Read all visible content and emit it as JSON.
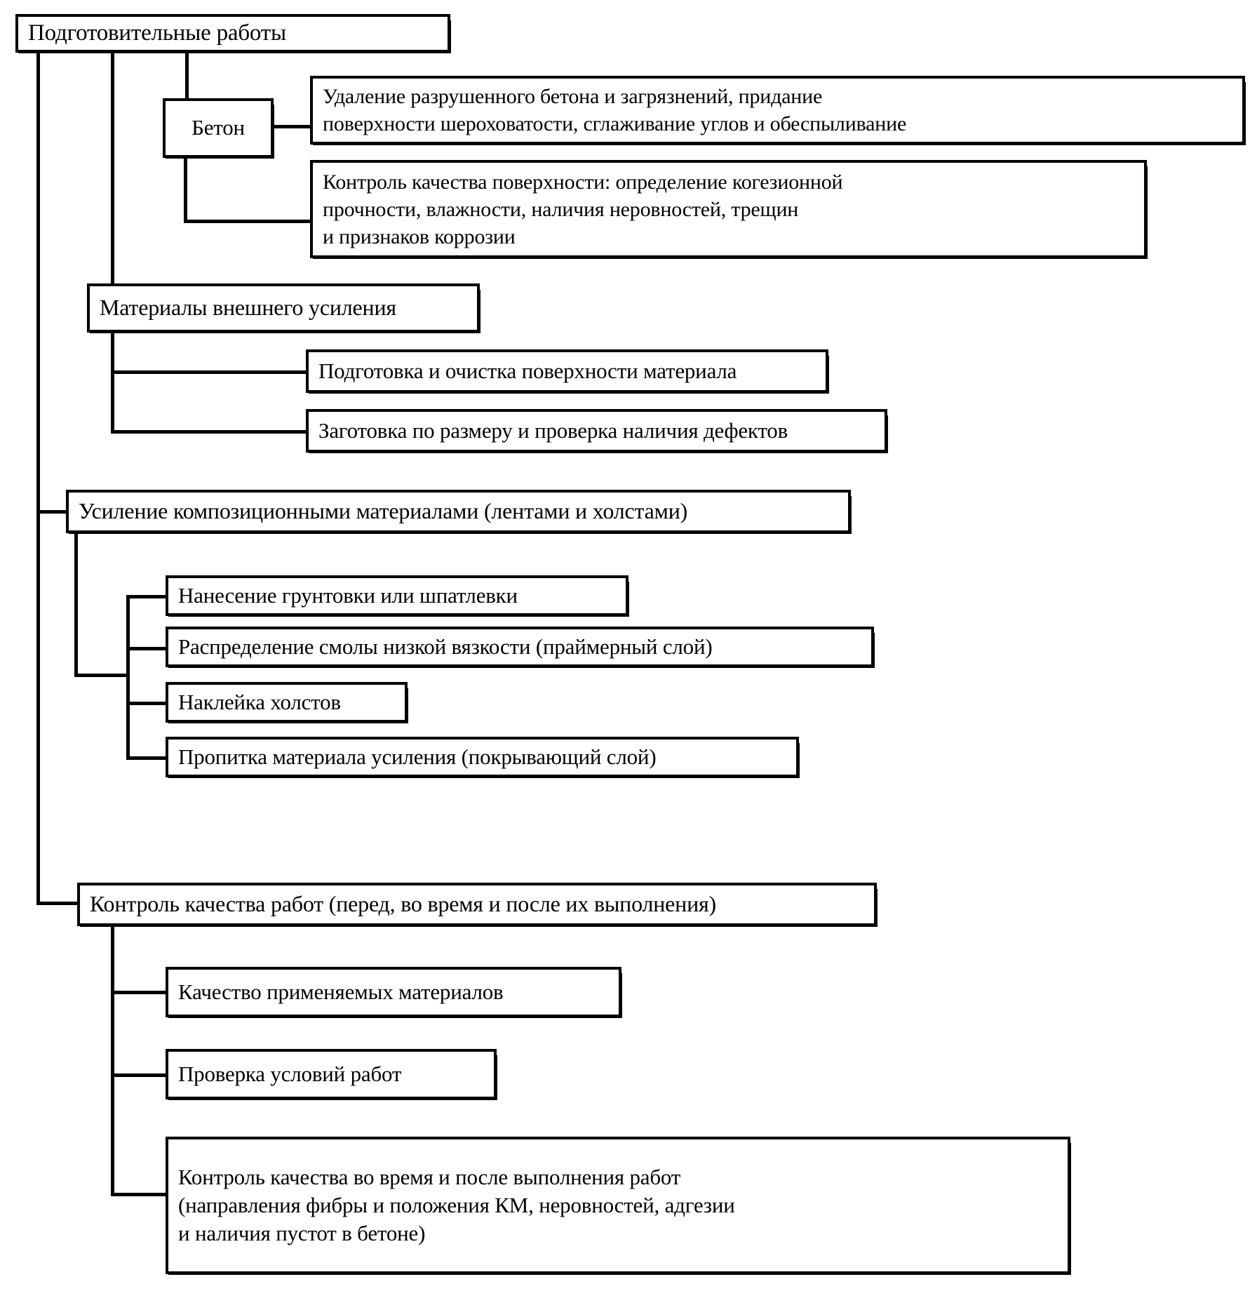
{
  "diagram": {
    "title": "Подготовительные работы",
    "type": "hierarchical-flowchart",
    "language": "ru",
    "colors": {
      "line": "#000000",
      "box_border": "#000000",
      "background": "#ffffff",
      "text": "#000000"
    },
    "nodes": {
      "root": "Подготовительные работы",
      "concrete": "Бетон",
      "concrete_task_1": "Удаление разрушенного бетона и загрязнений, придание\nповерхности шероховатости, сглаживание углов и обеспыливание",
      "concrete_task_2": "Контроль качества поверхности: определение когезионной\nпрочности, влажности, наличия неровностей, трещин\nи признаков коррозии",
      "materials": "Материалы внешнего усиления",
      "materials_task_1": "Подготовка и очистка поверхности материала",
      "materials_task_2": "Заготовка по размеру и проверка наличия дефектов",
      "strengthening": "Усиление композиционными материалами (лентами и холстами)",
      "strengthening_task_1": "Нанесение грунтовки или шпатлевки",
      "strengthening_task_2": "Распределение смолы низкой вязкости (праймерный слой)",
      "strengthening_task_3": "Наклейка холстов",
      "strengthening_task_4": "Пропитка материала усиления (покрывающий слой)",
      "quality": "Контроль качества работ (перед, во время и после их выполнения)",
      "quality_task_1": "Качество применяемых материалов",
      "quality_task_2": "Проверка условий работ",
      "quality_task_3": "Контроль качества во время и после выполнения работ\n(направления фибры и положения КМ, неровностей, адгезии\n и наличия  пустот в бетоне)"
    }
  }
}
